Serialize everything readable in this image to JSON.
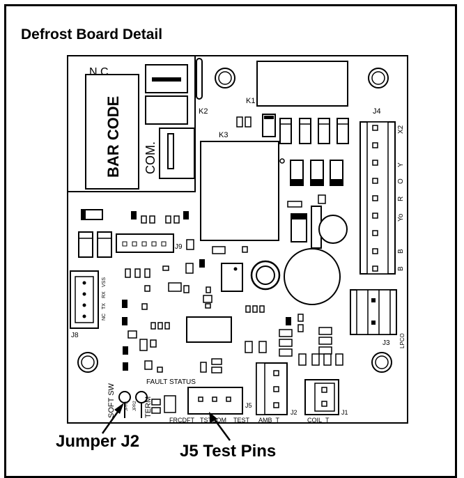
{
  "title": "Defrost Board Detail",
  "callouts": {
    "jumper": "Jumper J2",
    "test_pins": "J5 Test Pins"
  },
  "board": {
    "nc": "N.C.",
    "bar_code": "BAR CODE",
    "com": "COM.",
    "k1": "K1",
    "k2": "K2",
    "k3": "K3",
    "j1": "J1",
    "j2": "J2",
    "j3": "J3",
    "j4": "J4",
    "j5": "J5",
    "j8": "J8",
    "j9": "J9",
    "lpco": "LPCO",
    "fault_status": "FAULT STATUS",
    "soft_sw": "SOFT SW",
    "term": "TERM",
    "jpr1": "JPR1",
    "jpr2": "JPR2",
    "frcdft": "FRCDFT",
    "tstcom": "TSTCOM",
    "test": "TEST",
    "amb_t": "AMB_T",
    "coil_t": "COIL_T",
    "j4_pins": [
      "X2",
      "Y",
      "O",
      "R",
      "Yo",
      "B",
      "B"
    ],
    "j8_pins": [
      "VSS",
      "RX",
      "TX",
      "NC"
    ]
  }
}
